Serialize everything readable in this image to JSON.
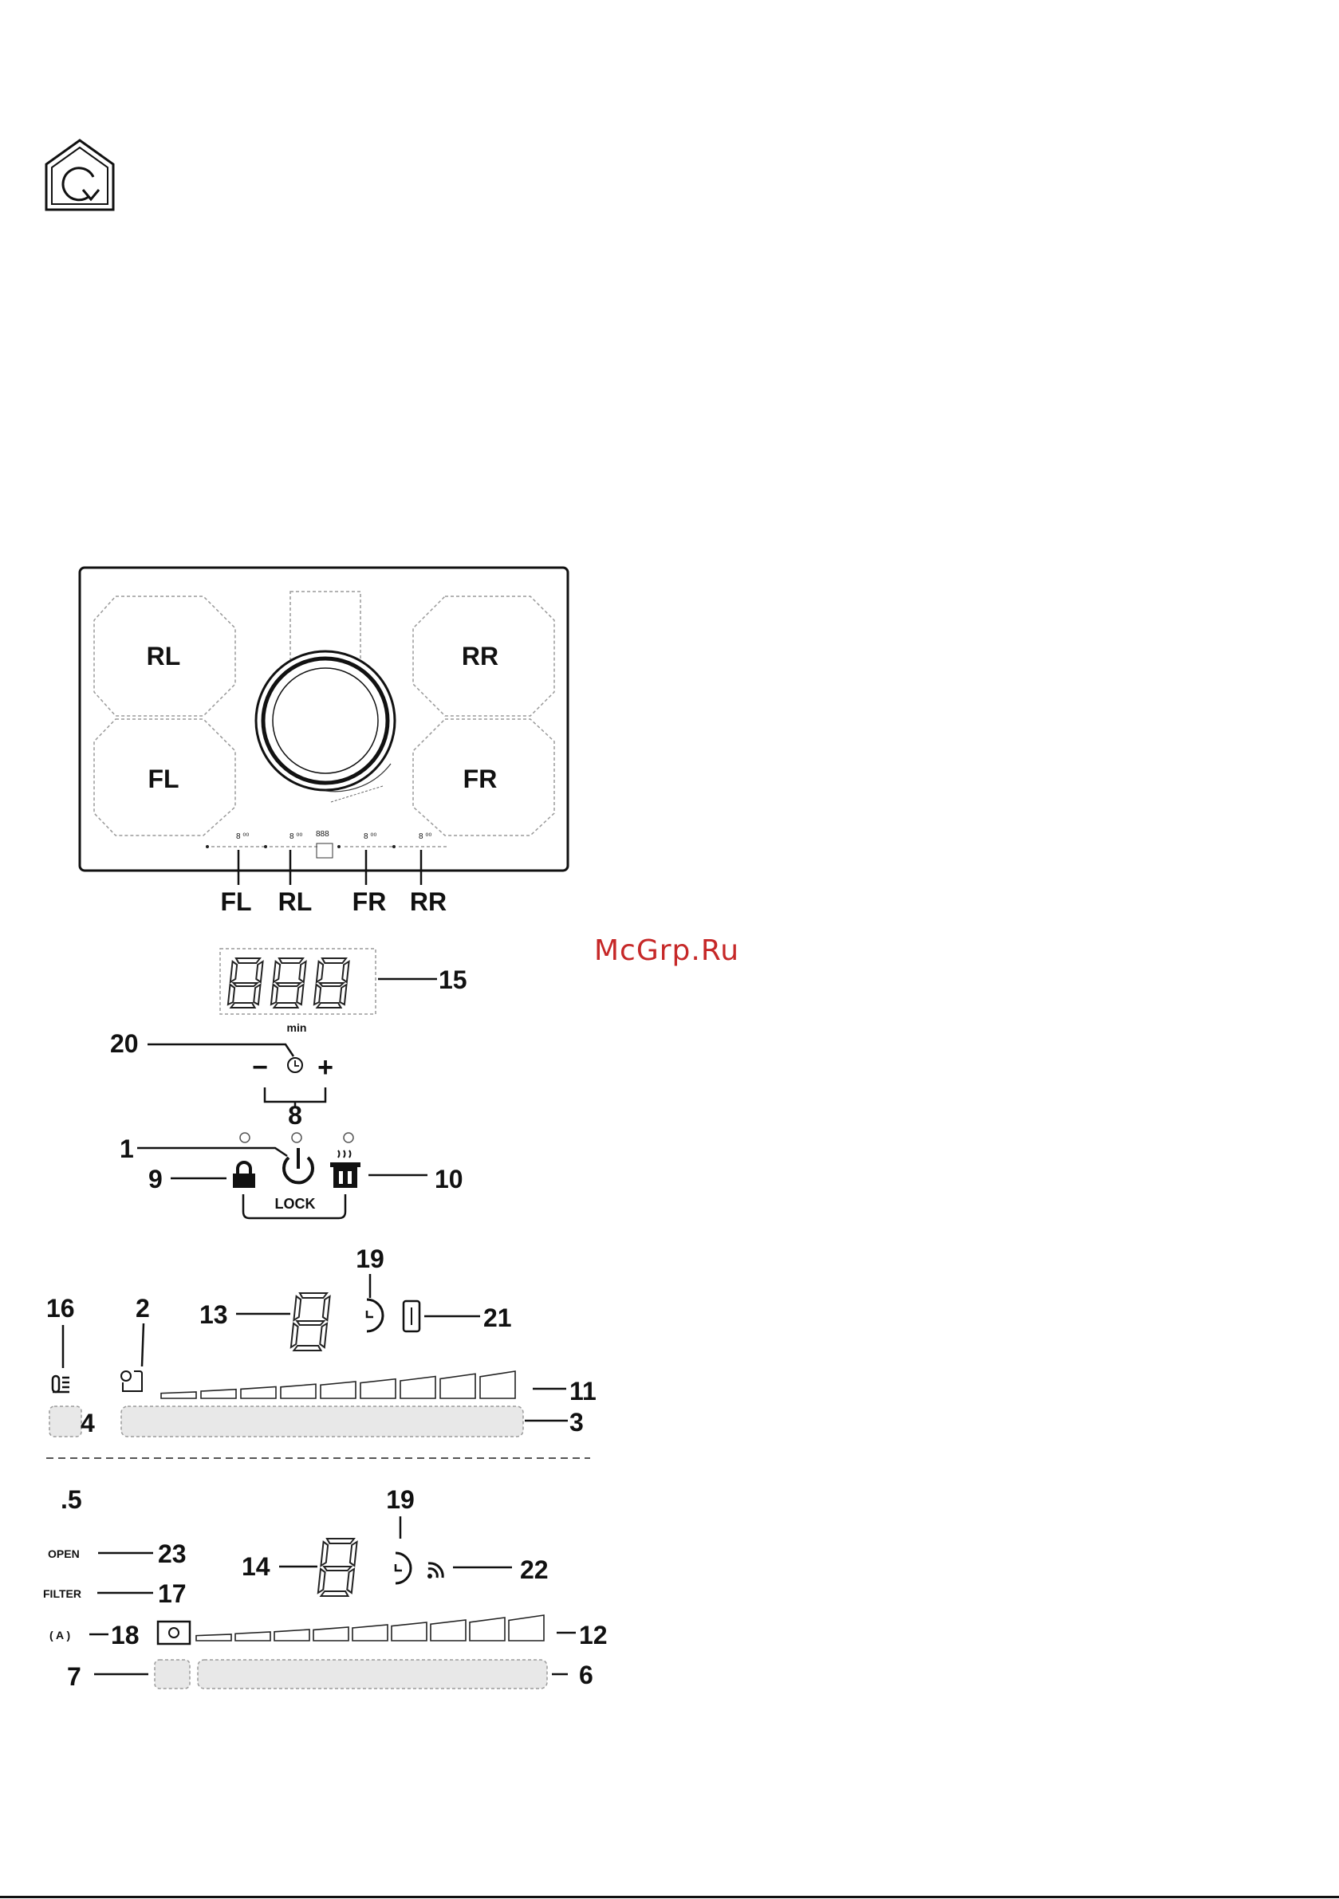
{
  "watermark": "McGrp.Ru",
  "icons": {
    "eco_house": "house-recycle-icon",
    "timer": "clock-icon",
    "power": "power-icon",
    "lock": "padlock-icon",
    "boost": "pot-steam-icon",
    "hood": "wifi-signal-icon",
    "pause": "pause-bracket-icon",
    "light": "light-square-icon",
    "auto": "auto-bracket-icon",
    "heat_gauge": "thermometer-icon"
  },
  "cooktop": {
    "zones": [
      "RL",
      "RR",
      "FL",
      "FR"
    ],
    "bottom_labels": [
      "FL",
      "RL",
      "FR",
      "RR"
    ]
  },
  "timer_panel": {
    "digits": "888",
    "unit": "min",
    "minus": "−",
    "plus": "+",
    "lock_label": "LOCK",
    "callouts": {
      "display": "15",
      "timer": "20",
      "plus_minus": "8",
      "power": "1",
      "lock": "9",
      "boost": "10"
    }
  },
  "zone_panel": {
    "digit": "8",
    "callouts": {
      "display": "13",
      "timer_icon": "19",
      "pause": "21",
      "heat_gauge": "16",
      "zone_select": "2",
      "power_levels": "11",
      "slider": "3",
      "key": "4"
    },
    "power_level_count": 9
  },
  "hood_panel": {
    "dot_label": ".5",
    "open_label": "OPEN",
    "filter_label": "FILTER",
    "auto_label": "( A )",
    "digit": "8",
    "callouts": {
      "open": "23",
      "filter": "17",
      "auto": "18",
      "display": "14",
      "timer_icon": "19",
      "hood_link": "22",
      "power_levels": "12",
      "light_key": "7",
      "slider": "6"
    },
    "power_level_count": 9
  }
}
